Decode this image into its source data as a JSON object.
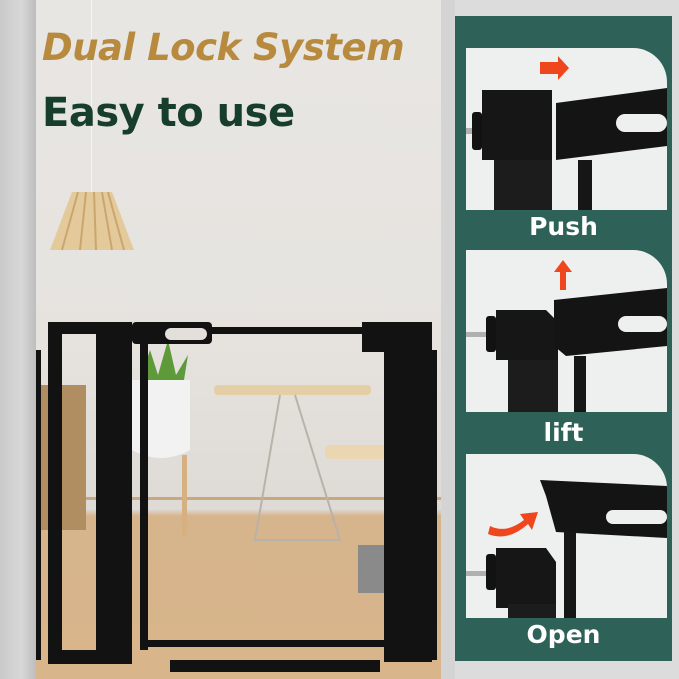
{
  "headline": {
    "title": "Dual Lock System",
    "subtitle": "Easy to use"
  },
  "colors": {
    "title_gold": "#b88a3e",
    "subtitle_green": "#173d2c",
    "panel_teal": "#2e6259",
    "arrow_orange": "#f0461e",
    "gate_black": "#121212"
  },
  "steps": [
    {
      "label": "Push",
      "arrow": "arrow-right-icon"
    },
    {
      "label": "lift",
      "arrow": "arrow-up-icon"
    },
    {
      "label": "Open",
      "arrow": "curved-arrow-icon"
    }
  ]
}
